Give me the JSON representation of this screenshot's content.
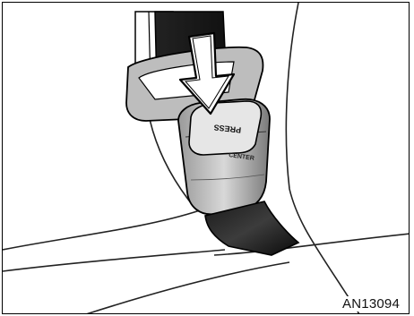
{
  "illustration": {
    "buckle_press_text": "PRESS",
    "buckle_center_text": "CENTER",
    "figure_code": "AN13094"
  }
}
